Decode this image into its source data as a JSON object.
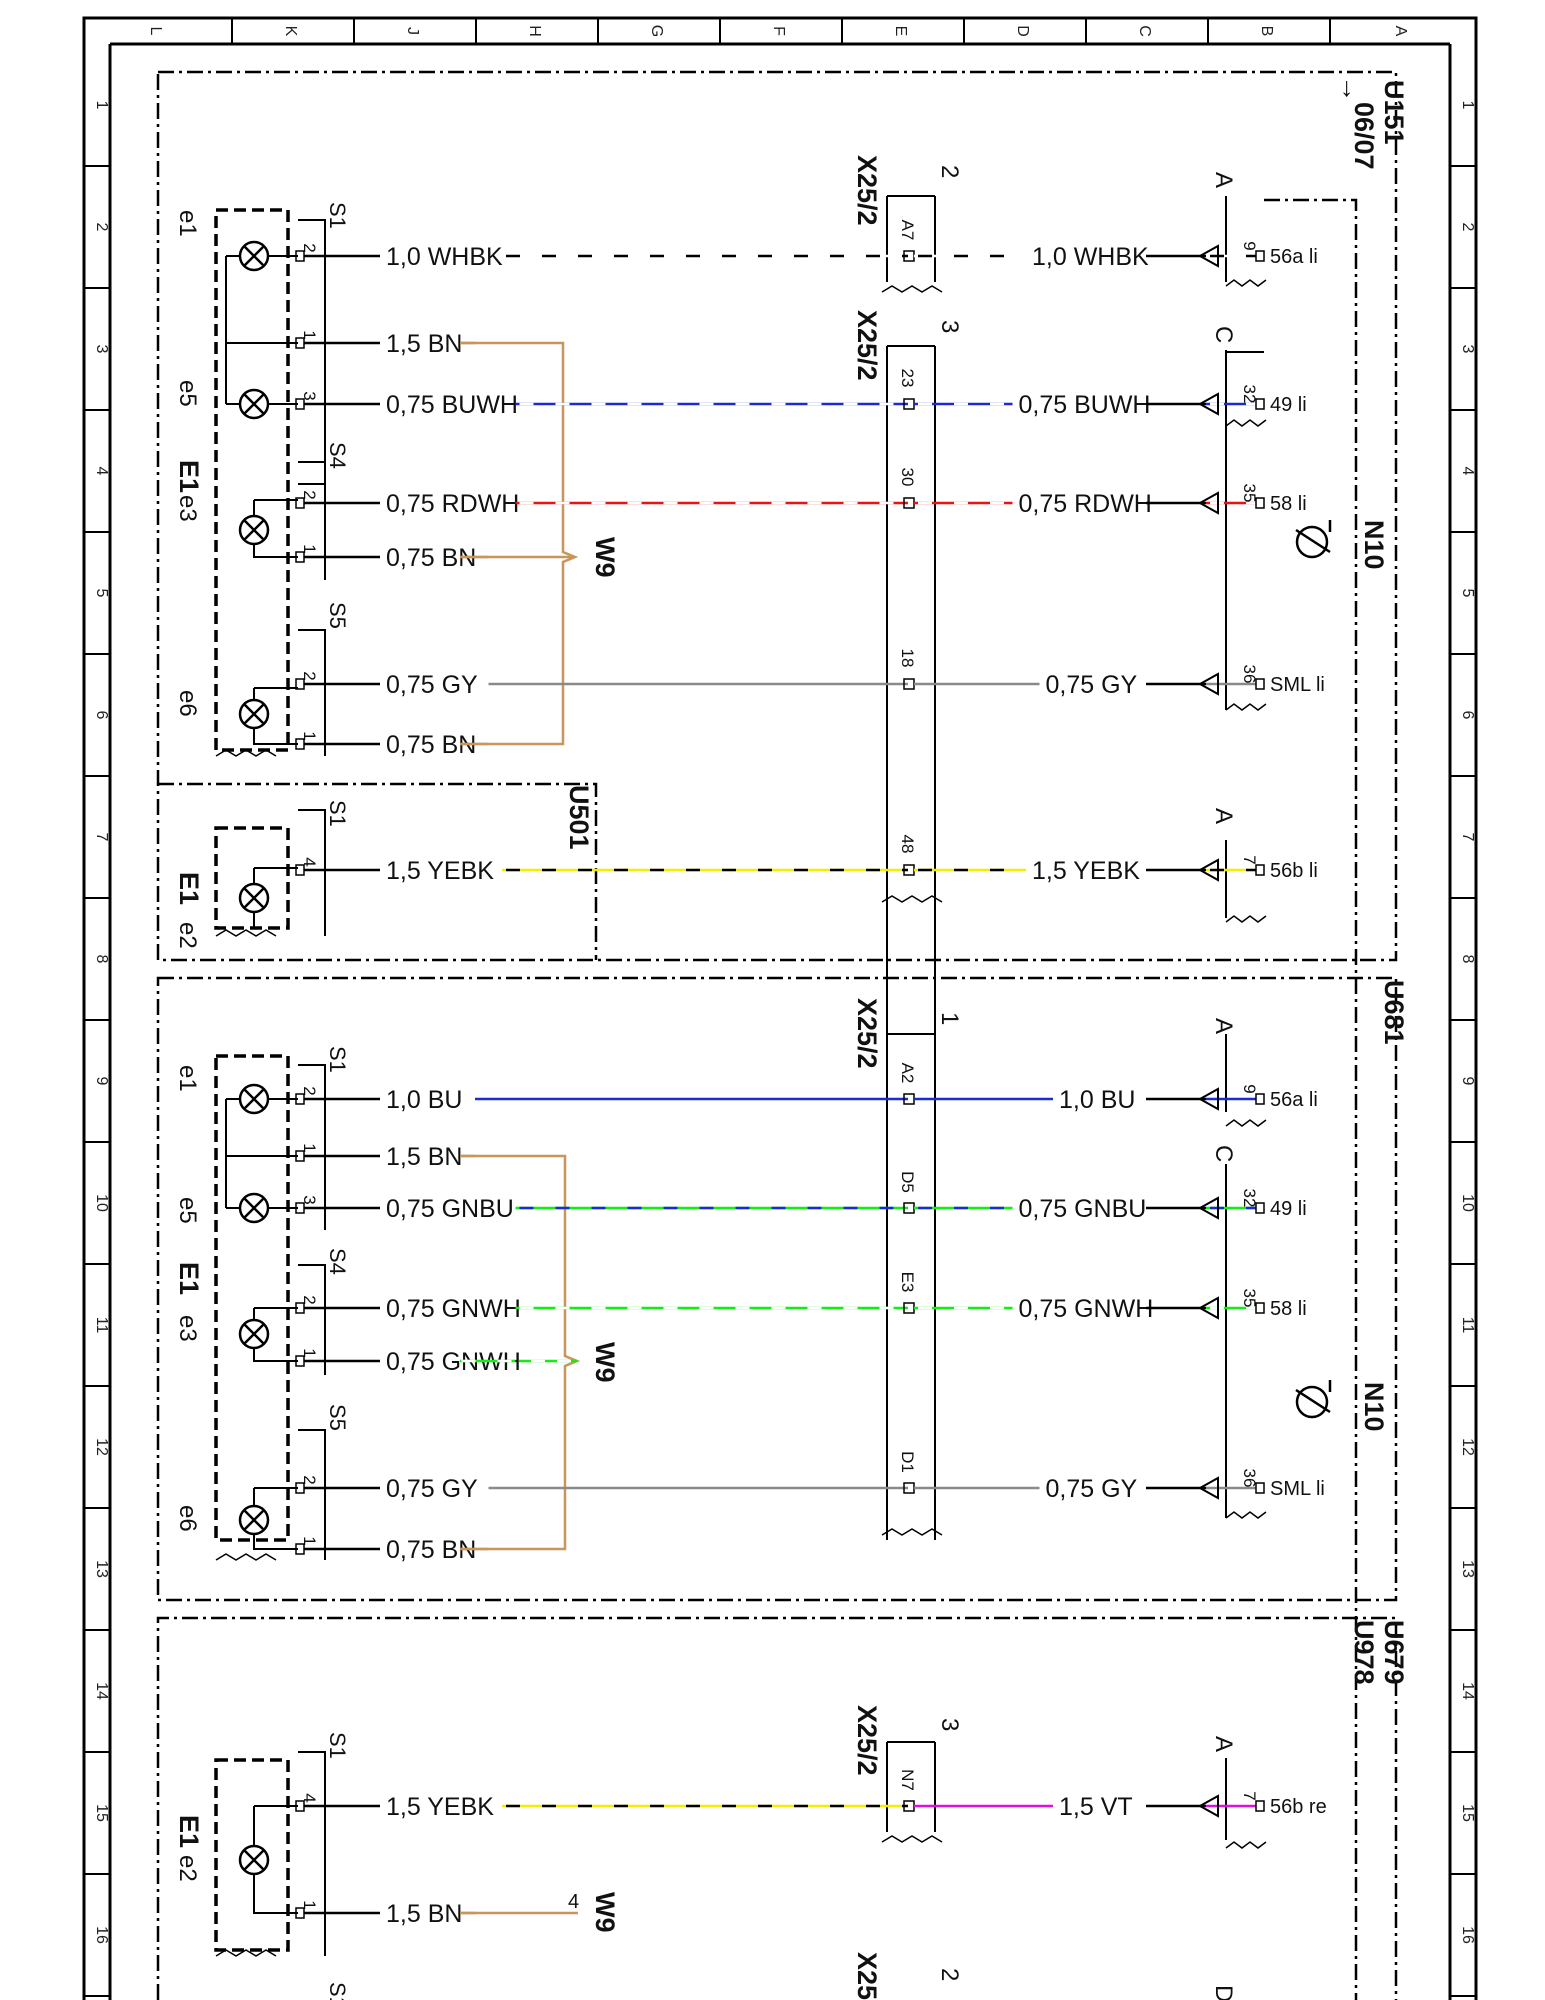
{
  "colors": {
    "WH": "#ffffff",
    "BK": "#000000",
    "BN": "#c8955a",
    "BU": "#1a2bd0",
    "RD": "#ee1111",
    "GY": "#8a8a8a",
    "YE": "#f2ee00",
    "GN": "#11ee11",
    "VT": "#dd11dd"
  },
  "grid": {
    "columns": [
      "L",
      "K",
      "J",
      "H",
      "G",
      "F",
      "E",
      "D",
      "C",
      "B",
      "A"
    ],
    "rows": [
      "1",
      "2",
      "3",
      "4",
      "5",
      "6",
      "7",
      "8",
      "9",
      "10",
      "11",
      "12",
      "13",
      "14",
      "15",
      "16"
    ]
  },
  "labels": {
    "U151": "U151",
    "date_ref": "06/07",
    "U501": "U501",
    "U681": "U681",
    "U679": "U679",
    "U978": "U978",
    "N10": "N10",
    "W9": "W9",
    "W9_pin": "4",
    "E1": "E1",
    "e1": "e1",
    "e2": "e2",
    "e3": "e3",
    "e5": "e5",
    "e6": "e6",
    "S1": "S1",
    "S4": "S4",
    "S5": "S5",
    "X25_2": "X25/2",
    "X25_2_cut": "X25",
    "A": "A",
    "C": "C",
    "D": "D",
    "plug2": "2",
    "plug3": "3",
    "plug1": "1"
  },
  "wires": [
    {
      "s1": "WH",
      "s2": "BK",
      "left_pin": "2",
      "left_label": "1,0 WHBK",
      "conn_pin": "A7",
      "right_label": "1,0 WHBK",
      "n10_pin": "9",
      "term": "56a li"
    },
    {
      "s1": "BN",
      "left_pin": "1",
      "left_label": "1,5 BN"
    },
    {
      "s1": "BU",
      "s2": "WH",
      "left_pin": "3",
      "left_label": "0,75 BUWH",
      "conn_pin": "23",
      "right_label": "0,75 BUWH",
      "n10_pin": "32",
      "term": "49 li"
    },
    {
      "s1": "RD",
      "s2": "WH",
      "left_pin": "2",
      "left_label": "0,75 RDWH",
      "conn_pin": "30",
      "right_label": "0,75 RDWH",
      "n10_pin": "35",
      "term": "58 li"
    },
    {
      "s1": "BN",
      "left_pin": "1",
      "left_label": "0,75 BN"
    },
    {
      "s1": "GY",
      "left_pin": "2",
      "left_label": "0,75 GY",
      "conn_pin": "18",
      "right_label": "0,75 GY",
      "n10_pin": "36",
      "term": "SML li"
    },
    {
      "s1": "BN",
      "left_pin": "1",
      "left_label": "0,75 BN"
    },
    {
      "s1": "YE",
      "s2": "BK",
      "left_pin": "4",
      "left_label": "1,5 YEBK",
      "conn_pin": "48",
      "right_label": "1,5 YEBK",
      "n10_pin": "7",
      "term": "56b li"
    },
    {
      "s1": "BU",
      "left_pin": "2",
      "left_label": "1,0 BU",
      "conn_pin": "A2",
      "right_label": "1,0 BU",
      "n10_pin": "9",
      "term": "56a li"
    },
    {
      "s1": "BN",
      "left_pin": "1",
      "left_label": "1,5 BN"
    },
    {
      "s1": "GN",
      "s2": "BU",
      "left_pin": "3",
      "left_label": "0,75 GNBU",
      "conn_pin": "D5",
      "right_label": "0,75 GNBU",
      "n10_pin": "32",
      "term": "49 li"
    },
    {
      "s1": "GN",
      "s2": "WH",
      "left_pin": "2",
      "left_label": "0,75 GNWH",
      "conn_pin": "E3",
      "right_label": "0,75 GNWH",
      "n10_pin": "35",
      "term": "58 li"
    },
    {
      "s1": "GN",
      "s2": "WH",
      "left_pin": "1",
      "left_label": "0,75 GNWH"
    },
    {
      "s1": "GY",
      "left_pin": "2",
      "left_label": "0,75 GY",
      "conn_pin": "D1",
      "right_label": "0,75 GY",
      "n10_pin": "36",
      "term": "SML li"
    },
    {
      "s1": "BN",
      "left_pin": "1",
      "left_label": "0,75 BN"
    },
    {
      "s1": "YE",
      "s2": "BK",
      "left_pin": "4",
      "left_label": "1,5 YEBK",
      "conn_pin": "N7",
      "right_label": "1,5 VT",
      "right_s1": "VT",
      "n10_pin": "7",
      "term": "56b re"
    },
    {
      "s1": "BN",
      "left_pin": "1",
      "left_label": "1,5 BN"
    }
  ]
}
